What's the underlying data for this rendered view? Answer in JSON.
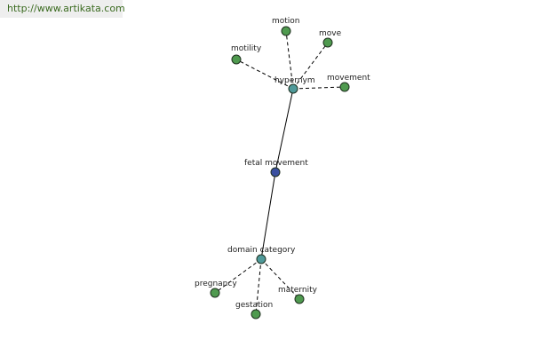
{
  "watermark": "http://www.artikata.com",
  "colors": {
    "leaf": "#4f9a4f",
    "relation": "#4f9a9a",
    "center": "#3a4fa0"
  },
  "nodes": {
    "center": "fetal movement",
    "hypernym": "hypernym",
    "domain": "domain category",
    "motion": "motion",
    "move": "move",
    "motility": "motility",
    "movement": "movement",
    "pregnancy": "pregnancy",
    "gestation": "gestation",
    "maternity": "maternity"
  }
}
